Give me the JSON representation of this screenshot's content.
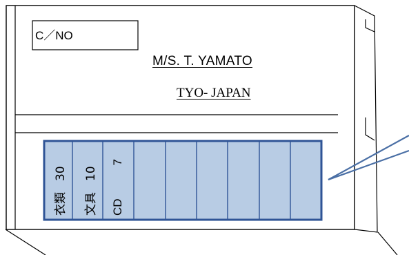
{
  "case_number_label": "C／NO",
  "destination": {
    "consignee": "M/S. T. YAMATO",
    "port": "TYO- JAPAN"
  },
  "contents": [
    {
      "item": "衣類",
      "quantity": "30"
    },
    {
      "item": "文具",
      "quantity": "10"
    },
    {
      "item": "CD",
      "quantity": "7"
    }
  ],
  "colors": {
    "label_fill": "#b8cce4",
    "label_border": "#2f5496",
    "pointer": "#4a6fa5"
  }
}
